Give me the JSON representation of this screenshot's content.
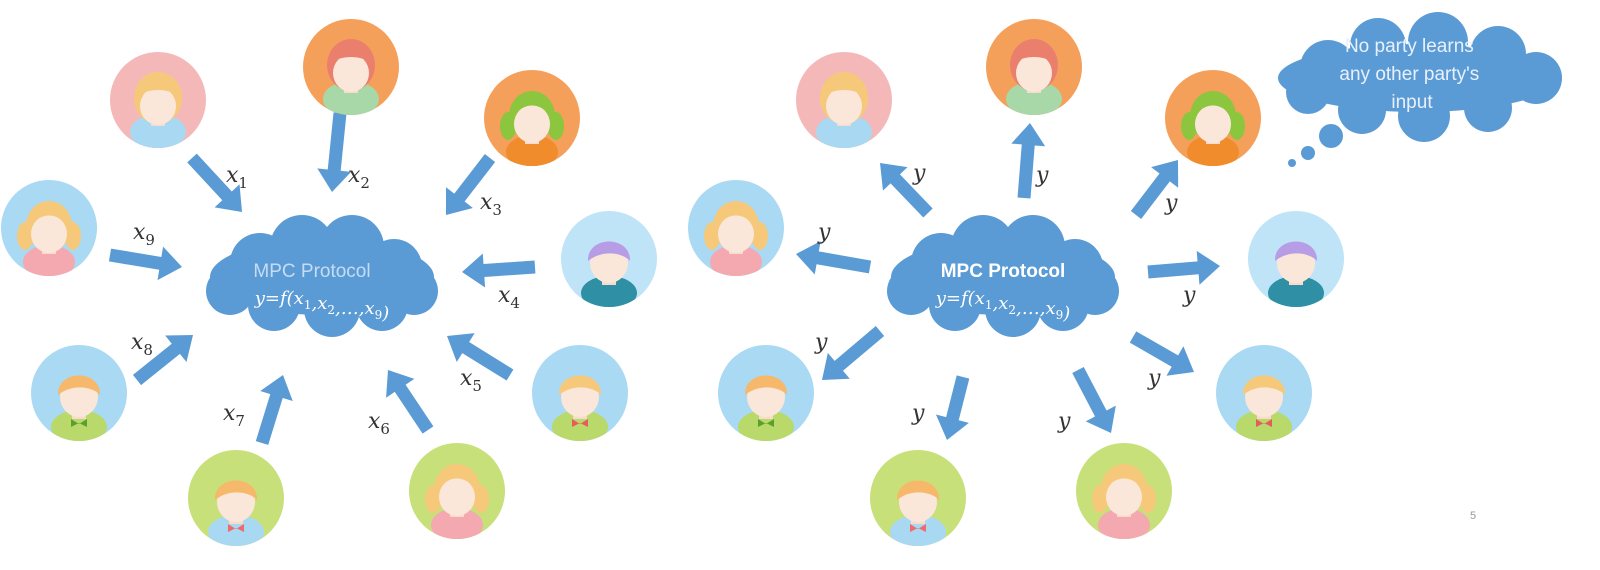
{
  "left_panel": {
    "protocol_title": "MPC Protocol",
    "protocol_formula": "y=f(x1,x2,…,x9)",
    "labels": [
      {
        "base": "x",
        "sub": "1"
      },
      {
        "base": "x",
        "sub": "2"
      },
      {
        "base": "x",
        "sub": "3"
      },
      {
        "base": "x",
        "sub": "4"
      },
      {
        "base": "x",
        "sub": "5"
      },
      {
        "base": "x",
        "sub": "6"
      },
      {
        "base": "x",
        "sub": "7"
      },
      {
        "base": "x",
        "sub": "8"
      },
      {
        "base": "x",
        "sub": "9"
      }
    ]
  },
  "right_panel": {
    "protocol_title": "MPC Protocol",
    "protocol_formula": "y=f(x1,x2,…,x9)",
    "output_label": "y",
    "thought_lines": [
      "No party learns",
      "any other party's",
      "input"
    ]
  },
  "page_number": "5",
  "colors": {
    "arrow": "#5b9bd5",
    "cloud": "#5b9bd5",
    "cloud_title_left": "#c6dcf2",
    "cloud_title_right": "#ffffff"
  }
}
